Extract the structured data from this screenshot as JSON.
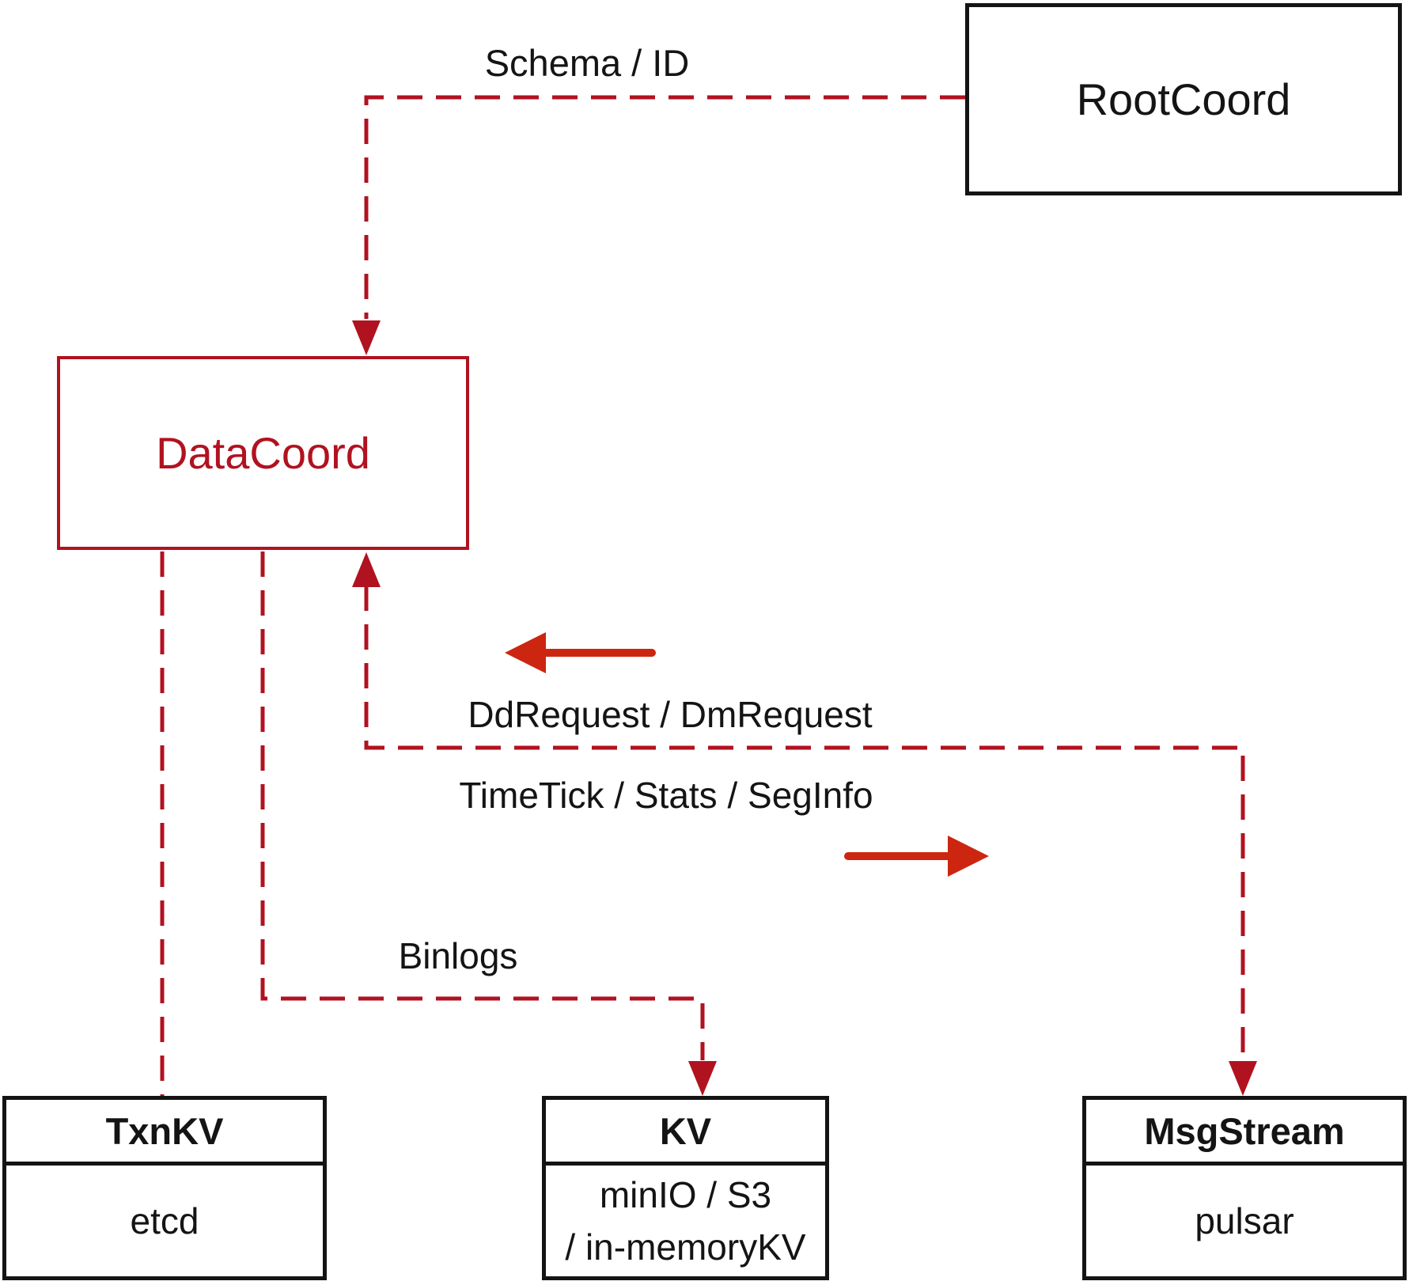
{
  "diagram": {
    "colors": {
      "crimson": "#b11220",
      "arrow_red": "#cc2610",
      "black": "#141414",
      "background": "#ffffff"
    },
    "nodes": {
      "rootcoord": {
        "label": "RootCoord"
      },
      "datacoord": {
        "label": "DataCoord"
      },
      "txnkv": {
        "title": "TxnKV",
        "body": "etcd"
      },
      "kv": {
        "title": "KV",
        "body_line1": "minIO / S3",
        "body_line2": "/ in-memoryKV"
      },
      "msgstream": {
        "title": "MsgStream",
        "body": "pulsar"
      }
    },
    "edges": {
      "schema_id": {
        "label": "Schema / ID"
      },
      "dd_dm_request": {
        "label": "DdRequest / DmRequest"
      },
      "timetick_stats_seginfo": {
        "label": "TimeTick / Stats / SegInfo"
      },
      "binlogs": {
        "label": "Binlogs"
      }
    }
  }
}
